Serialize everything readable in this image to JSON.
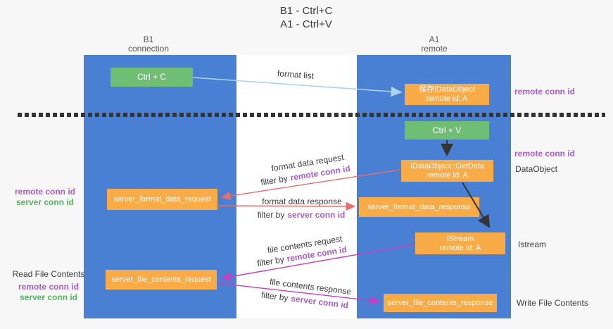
{
  "title": {
    "line1": "B1 - Ctrl+C",
    "line2": "A1 - Ctrl+V"
  },
  "lanes": {
    "left": {
      "title": "B1",
      "subtitle": "connection"
    },
    "right": {
      "title": "A1",
      "subtitle": "remote"
    }
  },
  "nodes": {
    "ctrl_c": "Ctrl + C",
    "ctrl_v": "Ctrl + V",
    "save_dataobject": {
      "line1": "保存IDataObject",
      "line2": "remote id: A"
    },
    "getdata": {
      "line1": "IDataObject::GetData",
      "line2": "remote id: A"
    },
    "istream": {
      "line1": "IStream",
      "line2": "remote id: A"
    },
    "server_format_data_request": "server_format_data_request",
    "server_format_data_response": "server_format_data_response",
    "server_file_contents_request": "server_file_contents_request",
    "server_file_contents_response": "server_file_contents_response"
  },
  "edges": {
    "format_list": {
      "label": "format list"
    },
    "format_data_request": {
      "label": "format data request",
      "filter_prefix": "filter by",
      "filter_id": "remote conn id"
    },
    "format_data_response": {
      "label": "format data response",
      "filter_prefix": "filter by",
      "filter_id": "server conn id"
    },
    "file_contents_request": {
      "label": "file contents request",
      "filter_prefix": "filter by",
      "filter_id": "remote conn id"
    },
    "file_contents_response": {
      "label": "file contents response",
      "filter_prefix": "filter by",
      "filter_id": "server conn id"
    }
  },
  "side_labels": {
    "right_remote_conn_id_top": "remote conn id",
    "right_remote_conn_id_mid": "remote conn id",
    "dataobject": "DataObject",
    "istream": "Istream",
    "write_file_contents": "Write File Contents",
    "left_remote_conn_id_1": "remote conn id",
    "left_server_conn_id_1": "server conn id",
    "read_file_contents": "Read File Contents",
    "left_remote_conn_id_2": "remote conn id",
    "left_server_conn_id_2": "server conn id"
  },
  "colors": {
    "lane_blue": "#4a80d4",
    "box_orange": "#f9ab48",
    "box_green": "#6fbe74",
    "arrow_light_blue": "#a9d3ef",
    "arrow_red": "#e86d6d",
    "arrow_magenta": "#c83fc0",
    "arrow_black": "#333333",
    "id_purple": "#a85cc8",
    "id_green": "#55b45e"
  }
}
